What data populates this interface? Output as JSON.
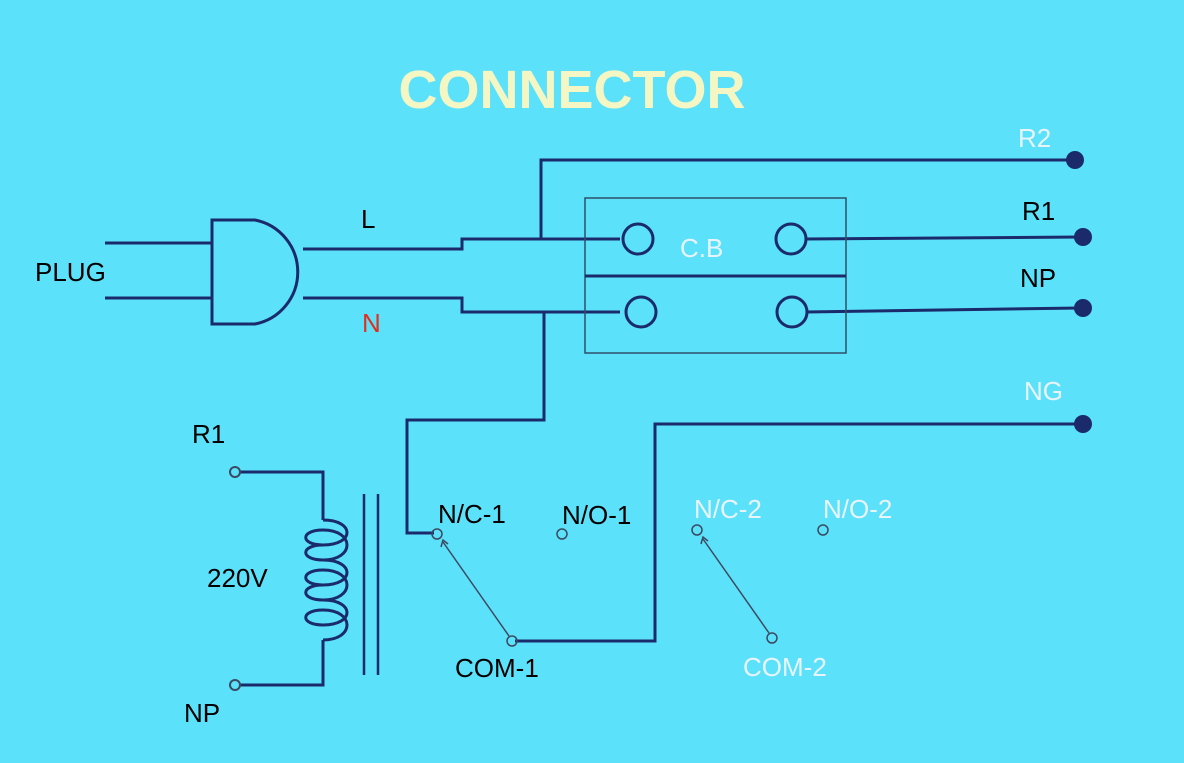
{
  "title": "CONNECTOR",
  "labels": {
    "plug": "PLUG",
    "line": "L",
    "neutral": "N",
    "cb": "C.B",
    "r2": "R2",
    "r1_out": "R1",
    "np_out": "NP",
    "ng": "NG",
    "r1_coil": "R1",
    "np_coil": "NP",
    "voltage": "220V",
    "nc1": "N/C-1",
    "no1": "N/O-1",
    "nc2": "N/C-2",
    "no2": "N/O-2",
    "com1": "COM-1",
    "com2": "COM-2"
  },
  "colors": {
    "background": "#5CE1FB",
    "wire": "#1B2A6B",
    "title": "#F4F6C4",
    "label_dark": "#000000",
    "label_light": "#E8F4FA",
    "neutral_label": "#E0301E",
    "thin_line": "#3B4A60"
  }
}
